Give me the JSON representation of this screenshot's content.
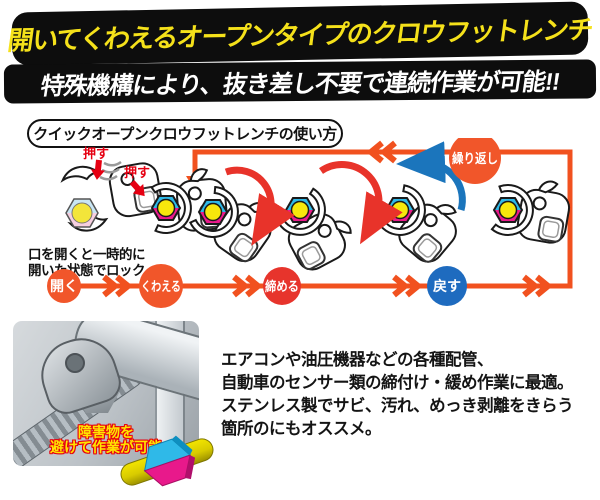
{
  "banners": {
    "headline1": "開いてくわえるオープンタイプのクロウフットレンチ",
    "headline2": "特殊機構により、抜き差し不要で連続作業が可能!!"
  },
  "usage": {
    "title": "クイックオープンクロウフットレンチの使い方",
    "push1": "押す",
    "push2": "押す",
    "lock_note1": "口を開くと一時的に",
    "lock_note2": "開いた状態でロック",
    "repeat_label": "繰り返し",
    "steps": [
      {
        "label": "開く",
        "color": "#f1562a"
      },
      {
        "label": "くわえる",
        "color": "#f1562a"
      },
      {
        "label": "締める",
        "color": "#e7342c"
      },
      {
        "label": "戻す",
        "color": "#1e6bbf"
      }
    ]
  },
  "photo": {
    "caption1": "障害物を",
    "caption2": "避けて作業が可能"
  },
  "description": {
    "lines": [
      "エアコンや油圧機器などの各種配管、",
      "自動車のセンサー類の締付け・緩め作業に最適。",
      "ステンレス製でサビ、汚れ、めっき剥離をきらう",
      "箇所のにもオススメ。"
    ]
  },
  "colors": {
    "banner_bg": "#0d0d0d",
    "banner_yellow": "#f5e11a",
    "flow_line_orange": "#f1511f",
    "step_orange": "#f1562a",
    "step_red": "#e7342c",
    "step_blue": "#1e6bbf",
    "arrow_red": "#e8332a",
    "arrow_blue": "#1b75bc",
    "push_red": "#e60012",
    "nut_cyan": "#2fb9e8",
    "nut_magenta": "#ec1a8c",
    "nut_yellow": "#f7e70c",
    "caption_yellow": "#ffe400"
  }
}
